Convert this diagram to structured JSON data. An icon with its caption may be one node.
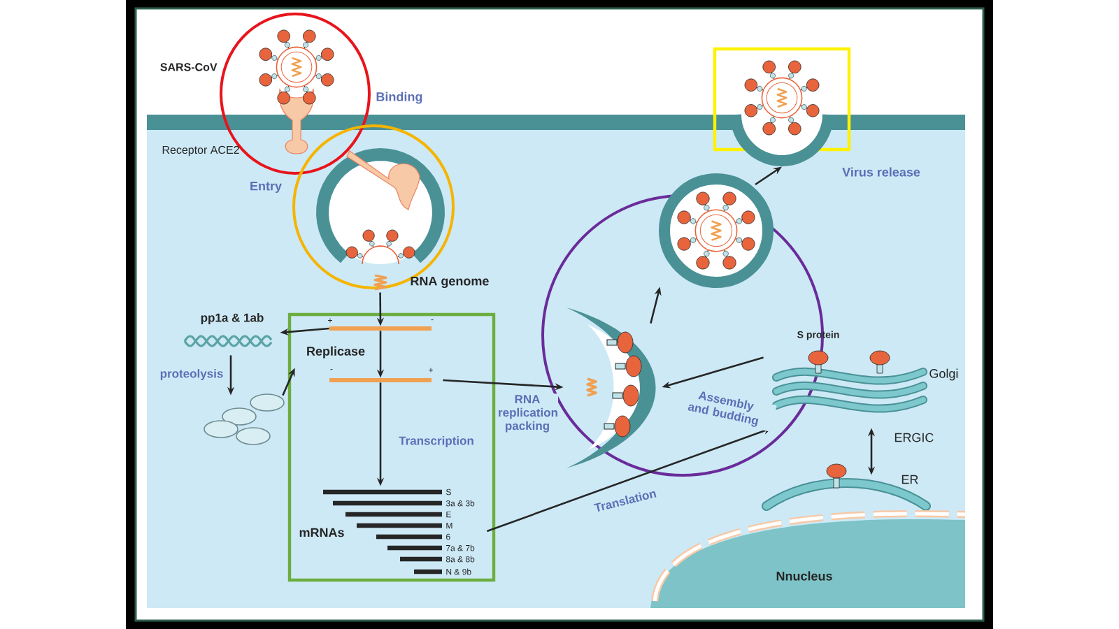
{
  "diagram": {
    "nodes": [
      {
        "text": [],
        "shape": "circle",
        "beside": [
          "SARS-CoV"
        ]
      },
      {
        "text": [],
        "shape": "circle"
      },
      {
        "text": [],
        "shape": "circle"
      },
      {
        "text": [],
        "shape": "box"
      },
      {
        "text": [],
        "shape": "box"
      },
      {
        "text": [
          "RNA genome"
        ]
      },
      {
        "text": [],
        "shape": "bar",
        "in": 4
      },
      {
        "text": [
          "Replicase"
        ],
        "in": 4
      },
      {
        "text": [],
        "shape": "bar",
        "in": 4
      },
      {
        "text": [
          "mRNAs"
        ],
        "in": 4,
        "beside": [
          "S",
          "3a & 3b",
          "E",
          "M",
          "6",
          "7a & 7b",
          "8a & 8b",
          "N & 9b"
        ]
      },
      {
        "text": [
          "pp1a & 1ab"
        ]
      },
      {
        "text": [],
        "shape": "picture"
      },
      {
        "text": [],
        "shape": "picture",
        "in": 2
      },
      {
        "text": [],
        "shape": "picture",
        "in": 2
      },
      {
        "text": [],
        "shape": "picture",
        "in": 3
      },
      {
        "text": [
          "S protein",
          "Golgi",
          "ERGIC"
        ]
      },
      {
        "text": [
          "ER"
        ]
      },
      {
        "text": [
          "Nnucleus"
        ]
      }
    ],
    "edges": [
      {
        "from": 5,
        "to": 6,
        "arrow": "to"
      },
      {
        "from": 6,
        "to": 10,
        "arrow": "to"
      },
      {
        "from": 10,
        "to": 11,
        "arrow": "to",
        "label": "proteolysis"
      },
      {
        "from": 11,
        "to": 7,
        "arrow": "to"
      },
      {
        "from": 6,
        "to": 8,
        "arrow": "to"
      },
      {
        "from": 8,
        "to": 9,
        "arrow": "to",
        "label": "Transcription"
      },
      {
        "from": 8,
        "to": 12,
        "arrow": "to",
        "label": "RNA replication packing"
      },
      {
        "from": 9,
        "to": 15,
        "arrow": "to",
        "label": "Translation"
      },
      {
        "from": 15,
        "to": 12,
        "arrow": "to",
        "label": "Assembly and budding"
      },
      {
        "from": 12,
        "to": 13,
        "arrow": "to"
      },
      {
        "from": 13,
        "to": 14,
        "arrow": "to"
      },
      {
        "from": 15,
        "to": 16,
        "arrow": "both"
      }
    ],
    "labels": [
      "Binding",
      "Receptor ACE2",
      "Entry",
      "+",
      "-",
      "-",
      "+",
      "Virus release"
    ]
  }
}
